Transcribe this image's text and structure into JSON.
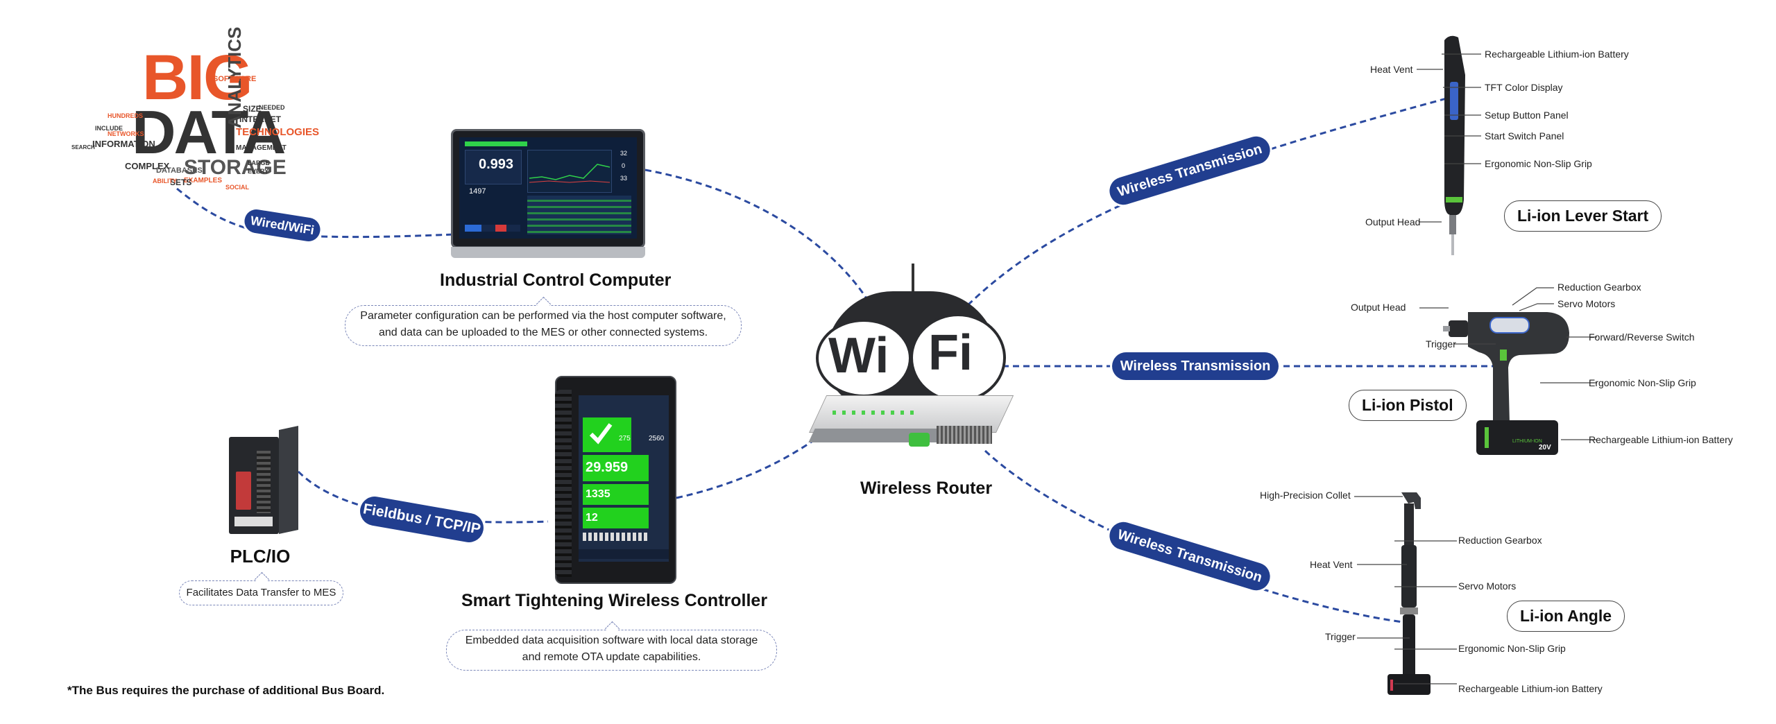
{
  "wordcloud": {
    "big": "BIG",
    "data": "DATA",
    "words": [
      "ANALYTICS",
      "STORAGE",
      "TECHNOLOGIES",
      "INFORMATION",
      "SOFTWARE",
      "COMPLEX",
      "DATABASES",
      "NETWORKS",
      "INTERNET",
      "HUNDREDS",
      "SIZE",
      "NEEDED",
      "MANAGEMENT",
      "EXAMPLES",
      "SETS",
      "ABILITY",
      "SOCIAL",
      "INCLUDE",
      "SEARCH",
      "LARGE",
      "EVERY"
    ]
  },
  "labels": {
    "wired_wifi": "Wired/WiFi",
    "fieldbus": "Fieldbus / TCP/IP",
    "wireless_1": "Wireless Transmission",
    "wireless_2": "Wireless Transmission",
    "wireless_3": "Wireless Transmission"
  },
  "nodes": {
    "computer": {
      "title": "Industrial Control Computer",
      "desc_line1": "Parameter configuration can be performed via the host computer software,",
      "desc_line2": "and data can be uploaded to the MES or other connected systems.",
      "screen_value": "0.993",
      "screen_count": "1497",
      "screen_side": [
        "32",
        "0",
        "33"
      ]
    },
    "controller": {
      "title": "Smart Tightening Wireless Controller",
      "desc_line1": "Embedded data acquisition software with local data storage",
      "desc_line2": "and remote OTA update capabilities.",
      "screen_torque": "29.959",
      "screen_angle": "1335",
      "screen_count": "12",
      "screen_a": "275",
      "screen_b": "2560"
    },
    "plc": {
      "title": "PLC/IO",
      "desc": "Facilitates Data Transfer to MES"
    },
    "router": {
      "title": "Wireless Router",
      "wifi_left": "Wi",
      "wifi_right": "Fi"
    }
  },
  "tools": {
    "lever": {
      "name": "Li-ion Lever Start",
      "callouts": {
        "heat_vent": "Heat Vent",
        "battery": "Rechargeable Lithium-ion Battery",
        "tft": "TFT Color Display",
        "setup": "Setup Button Panel",
        "start": "Start Switch Panel",
        "grip": "Ergonomic Non-Slip Grip",
        "output": "Output Head"
      }
    },
    "pistol": {
      "name": "Li-ion Pistol",
      "callouts": {
        "gearbox": "Reduction Gearbox",
        "output": "Output Head",
        "servo": "Servo Motors",
        "trigger": "Trigger",
        "switch": "Forward/Reverse Switch",
        "grip": "Ergonomic Non-Slip Grip",
        "battery": "Rechargeable Lithium-ion Battery"
      },
      "battery_text": "LITHIUM-ION",
      "voltage": "20V"
    },
    "angle": {
      "name": "Li-ion Angle",
      "callouts": {
        "collet": "High-Precision Collet",
        "gearbox": "Reduction Gearbox",
        "heat_vent": "Heat Vent",
        "servo": "Servo Motors",
        "trigger": "Trigger",
        "grip": "Ergonomic Non-Slip Grip",
        "battery": "Rechargeable Lithium-ion Battery"
      }
    }
  },
  "footnote": "*The Bus requires the purchase of additional Bus Board.",
  "colors": {
    "accent": "#213e8f",
    "wire": "#2b4aa0",
    "screen_green": "#22d11e"
  }
}
